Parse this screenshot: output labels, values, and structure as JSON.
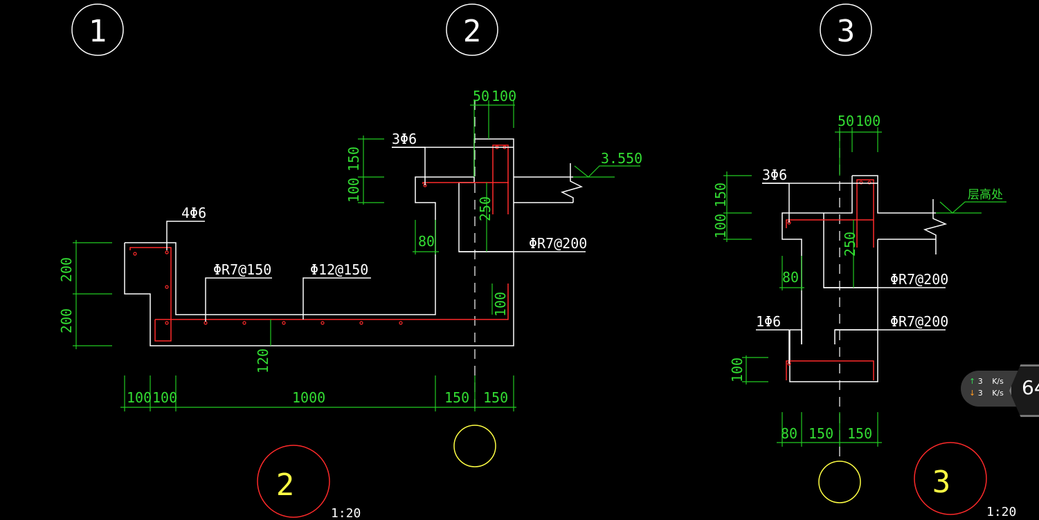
{
  "axes": {
    "a1": "1",
    "a2": "2",
    "a3": "3"
  },
  "section2": {
    "dim_top_a": "50",
    "dim_top_b": "100",
    "rebar_top": "3Φ6",
    "dim_left_150": "150",
    "dim_left_100": "100",
    "elevation": "3.550",
    "dim_250": "250",
    "dim_80": "80",
    "stirrup_right": "ΦR7@200",
    "rebar_left": "4Φ6",
    "dim_200_upper": "200",
    "dim_200_lower": "200",
    "stirrup_slab": "ΦR7@150",
    "main_bar": "Φ12@150",
    "dim_100_vertical": "100",
    "dim_120": "120",
    "bottom_dims": [
      "100",
      "100",
      "1000",
      "150",
      "150"
    ],
    "section_label": "2",
    "scale": "1:20"
  },
  "section3": {
    "dim_top_a": "50",
    "dim_top_b": "100",
    "rebar_top": "3Φ6",
    "dim_left_150": "150",
    "dim_left_100": "100",
    "elevation_label": "层高处",
    "dim_250": "250",
    "dim_80": "80",
    "stirrup_1": "ΦR7@200",
    "rebar_bottom": "1Φ6",
    "stirrup_2": "ΦR7@200",
    "dim_100_bottom": "100",
    "bottom_dims": [
      "80",
      "150",
      "150"
    ],
    "section_label": "3",
    "scale": "1:20"
  },
  "speed_widget": {
    "up_value": "3",
    "down_value": "3",
    "unit": "K/s",
    "badge": "64"
  },
  "colors": {
    "background": "#000000",
    "outline": "#ffffff",
    "dimension": "#22cc22",
    "rebar": "#ff2a2a",
    "axis_bubble": "#ffff44",
    "section_mark": "#ff2a2a"
  }
}
